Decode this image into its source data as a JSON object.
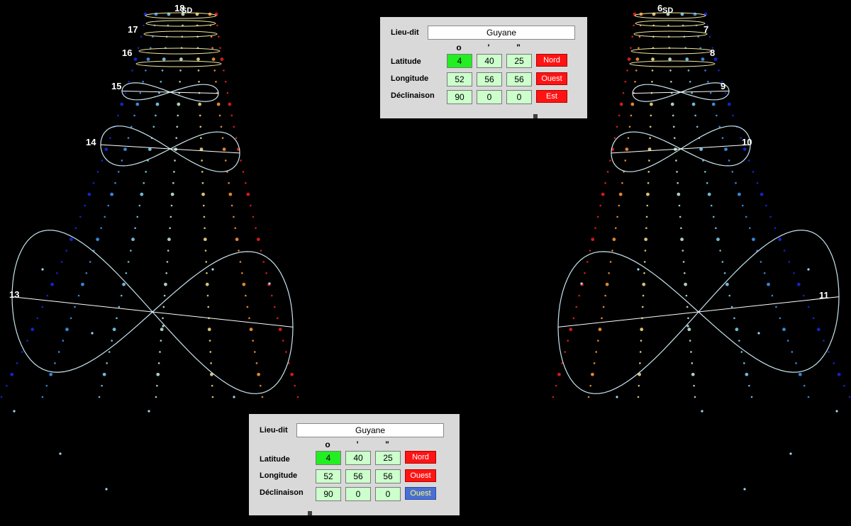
{
  "left_diagram": {
    "hour_labels": [
      "18",
      "17",
      "16",
      "15",
      "14",
      "13"
    ],
    "sd_label": "SD"
  },
  "right_diagram": {
    "hour_labels": [
      "6",
      "7",
      "8",
      "9",
      "10",
      "11"
    ],
    "sd_label": "SD"
  },
  "panel_top": {
    "lieu_label": "Lieu-dit",
    "lieu_value": "Guyane",
    "units": [
      "o",
      "'",
      "\""
    ],
    "rows": [
      {
        "label": "Latitude",
        "deg": "4",
        "min": "40",
        "sec": "25",
        "dir": "Nord"
      },
      {
        "label": "Longitude",
        "deg": "52",
        "min": "56",
        "sec": "56",
        "dir": "Ouest"
      },
      {
        "label": "Déclinaison",
        "deg": "90",
        "min": "0",
        "sec": "0",
        "dir": "Est"
      }
    ]
  },
  "panel_bottom": {
    "lieu_label": "Lieu-dit",
    "lieu_value": "Guyane",
    "units": [
      "o",
      "'",
      "\""
    ],
    "rows": [
      {
        "label": "Latitude",
        "deg": "4",
        "min": "40",
        "sec": "25",
        "dir": "Nord"
      },
      {
        "label": "Longitude",
        "deg": "52",
        "min": "56",
        "sec": "56",
        "dir": "Ouest"
      },
      {
        "label": "Déclinaison",
        "deg": "90",
        "min": "0",
        "sec": "0",
        "dir": "Ouest"
      }
    ]
  },
  "colors": {
    "background": "#000000",
    "panel": "#d9d9d9",
    "field": "#ccffcc",
    "field_active": "#22ee22",
    "dir_red": "#ff1414",
    "dir_blue": "#4a6fd4"
  }
}
